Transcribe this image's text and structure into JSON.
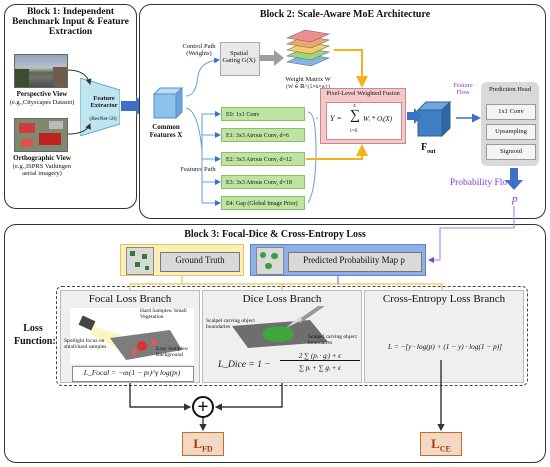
{
  "block1": {
    "title": "Block 1: Independent Benchmark Input & Feature Extraction",
    "perspective_label": "Perspective View",
    "perspective_sub": "(e.g.,Cityscapes Dataset)",
    "ortho_label": "Orthographic View",
    "ortho_sub": "(e.g.,ISPRS Vaihingen aerial imagery)",
    "extractor_label": "Feature Extractor",
    "extractor_sub": "(ResNet-50)"
  },
  "block2": {
    "title": "Block 2: Scale-Aware MoE Architecture",
    "control_path": "Control Path (Weights)",
    "features_path": "Features Path",
    "common_features": "Common Features X",
    "gating": "Spatial Gating G(X)",
    "weight_matrix": "Weight Matrix W",
    "weight_matrix_sub": "(W ∈ ℝ^{5×h×w})",
    "experts": [
      "E0:  1x1 Conv",
      "E1:  3x3 Atrous Conv, d=6",
      "E2:  3x3 Atrous Conv, d=12",
      "E3:  3x3 Atrous Conv, d=18",
      "E4:  Gap (Global Image Prior)"
    ],
    "fusion_title": "Pixel-Level Weighted Fusion",
    "fusion_formula_lhs": "Y =",
    "fusion_formula_sum_top": "4",
    "fusion_formula_sum_bottom": "i=0",
    "fusion_formula_rhs": "Wᵢ * Oᵢ(X)",
    "fout": "F",
    "fout_sub": "out",
    "feature_flow": "Feature Flow",
    "head_title": "Prediction Head",
    "head_items": [
      "1x1 Conv",
      "Upsampling",
      "Sigmoid"
    ],
    "prob_flow": "Probability Flow",
    "p": "p"
  },
  "block3": {
    "title": "Block 3: Focal-Dice & Cross-Entropy Loss",
    "ground_truth": "Ground Truth",
    "pred_map": "Predicted Probability Map p",
    "loss_function": "Loss Function:",
    "focal_title": "Focal Loss Branch",
    "dice_title": "Dice Loss Branch",
    "ce_title": "Cross-Entropy Loss Branch",
    "focal_notes": {
      "hard": "Hard Samples/ Small Vegetation",
      "spot": "Spotlight focus on small/hard samples",
      "easy": "Easy Samples/ Background"
    },
    "focal_formula": "L_Focal = −αₜ(1 − pₜ)^γ log(pₜ)",
    "dice_notes": {
      "a": "Scalpel carving object boundaries",
      "b": "Scalpel carving object boundaries"
    },
    "dice_formula_lhs": "L_Dice = 1 −",
    "dice_formula_num": "2 ∑ (pᵢ · gᵢ) + ϵ",
    "dice_formula_den": "∑ pᵢ + ∑ gᵢ + ϵ",
    "ce_formula": "L = −[y · log(p) + (1 − y) · log(1 − p)]",
    "plus": "+",
    "lfd": "L",
    "lfd_sub": "FD",
    "lce": "L",
    "lce_sub": "CE"
  },
  "colors": {
    "accent_orange": "#f2b21a",
    "arrow_blue": "#3e6fc9",
    "prob_purple": "#7c3fd1",
    "expert_green": "#bfe3a0",
    "fusion_pink": "#f5c8cc",
    "loss_box": "#f3d9c4"
  }
}
